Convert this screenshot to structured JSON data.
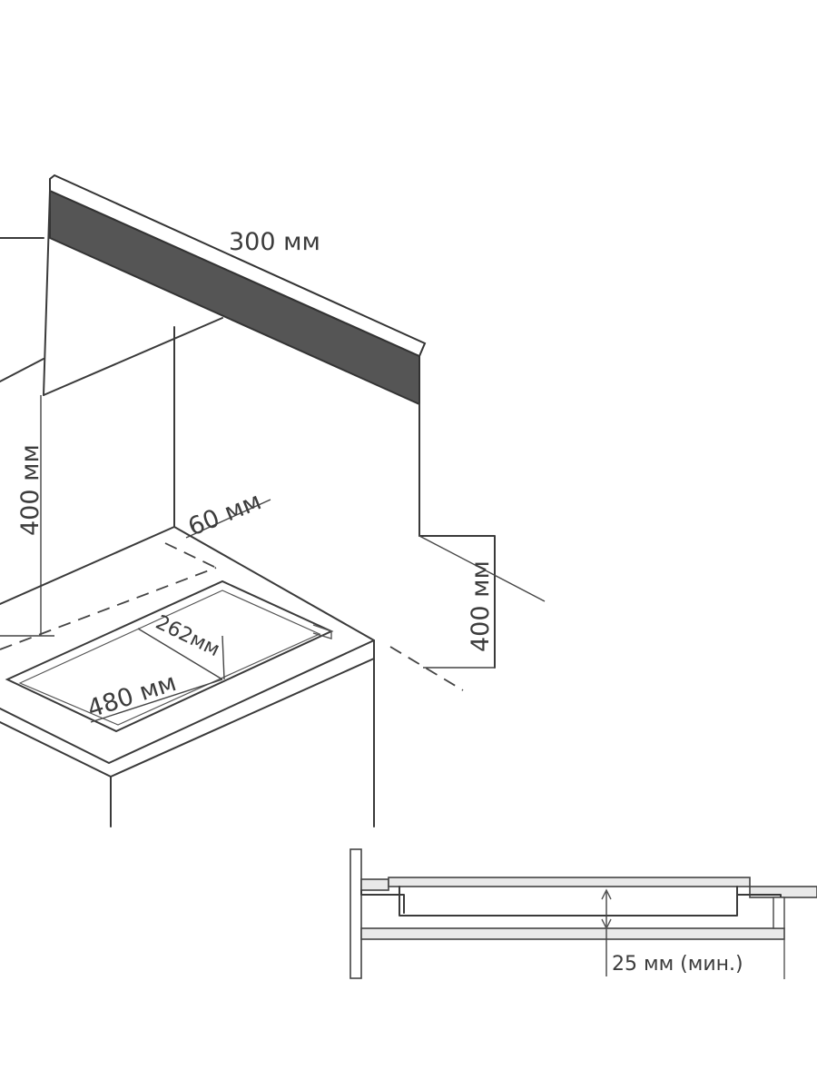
{
  "dimensions": {
    "hood_depth": "300 мм",
    "hood_height_left": "400 мм",
    "hob_offset": "60 мм",
    "hood_height_right": "400 мм",
    "cutout_depth": "262мм",
    "cutout_width": "480 мм",
    "min_clearance": "25 мм (мин.)"
  }
}
